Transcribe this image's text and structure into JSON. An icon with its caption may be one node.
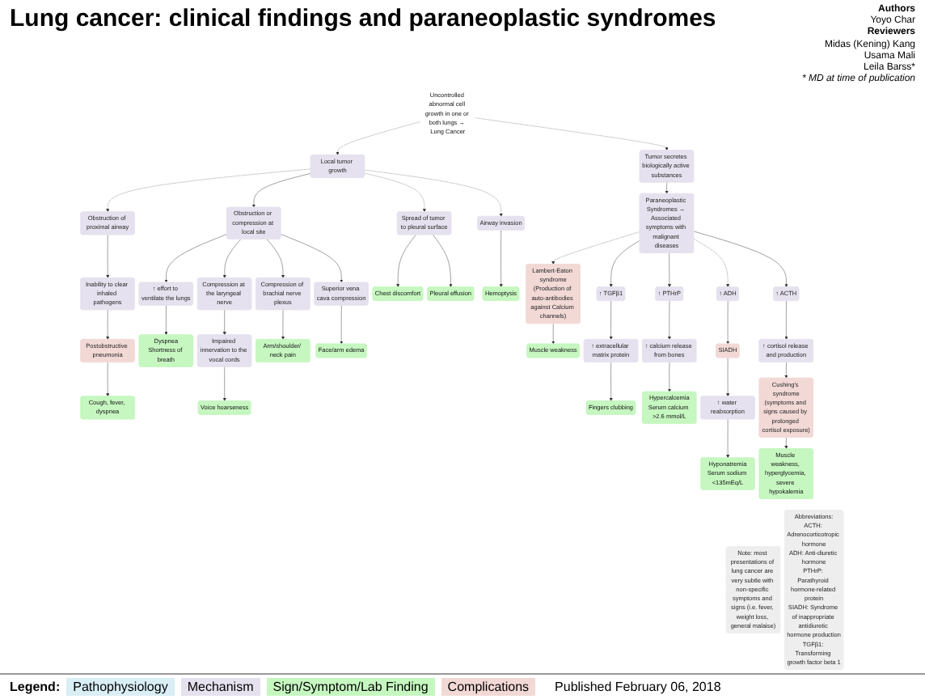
{
  "diagram": {
    "title": "Lung cancer: clinical findings and paraneoplastic syndromes",
    "nodes": [
      {
        "text": [
          "Note: most presentations of lung cancer are very subtle with non-specific symptoms and signs (i.e. fever, weight loss, general malaise)"
        ]
      },
      {
        "text": [
          "Uncontrolled abnormal cell growth in one or both lungs → Lung Cancer"
        ]
      },
      {
        "text": [
          "Local tumor growth"
        ]
      },
      {
        "text": [
          "Tumor secretes biologically active substances"
        ]
      },
      {
        "text": [
          "Paraneoplastic Syndromes → Associated symptoms with malignant diseases"
        ]
      },
      {
        "text": [
          "Obstruction of proximal airway"
        ]
      },
      {
        "text": [
          "Spread of tumor to pleural surface"
        ]
      },
      {
        "text": [
          "Airway invasion"
        ]
      },
      {
        "text": [
          "Inability to clear inhaled pathogens"
        ]
      },
      {
        "text": [
          "Chest discomfort"
        ]
      },
      {
        "text": [
          "Pleural effusion"
        ]
      },
      {
        "text": [
          "Hemoptysis"
        ]
      },
      {
        "text": [
          "Postobstructive pneumonia"
        ]
      },
      {
        "text": [
          "Obstruction or compression at local site"
        ]
      },
      {
        "text": [
          "Lambert-Eaton syndrome",
          "(Production of auto-antibodies against Calcium channels)"
        ]
      },
      {
        "text": [
          "↑ TGFβ1"
        ]
      },
      {
        "text": [
          "↑ PTHrP"
        ]
      },
      {
        "text": [
          "↑ ADH"
        ]
      },
      {
        "text": [
          "↑ ACTH"
        ]
      },
      {
        "text": [
          "Cough, fever, dyspnea"
        ]
      },
      {
        "text": [
          "Muscle weakness"
        ]
      },
      {
        "text": [
          "↑ extracellular matrix protein"
        ]
      },
      {
        "text": [
          "↑ calcium release from bones"
        ]
      },
      {
        "text": [
          "SIADH"
        ]
      },
      {
        "text": [
          "↑ cortisol release and production"
        ]
      },
      {
        "text": [
          "↑ water reabsorption"
        ]
      },
      {
        "text": [
          "Cushing's syndrome",
          "(symptoms and signs caused by prolonged cortisol exposure)"
        ]
      },
      {
        "text": [
          "Fingers clubbing"
        ]
      },
      {
        "text": [
          "Hypercalcemia",
          "Serum calcium >2.6 mmol/L"
        ]
      },
      {
        "text": [
          "Hyponatremia",
          "Serum sodium <135mEq/L"
        ]
      },
      {
        "text": [
          "↑ effort to ventilate the lungs"
        ]
      },
      {
        "text": [
          "Compression at the laryngeal nerve"
        ]
      },
      {
        "text": [
          "Compression of brachial nerve plexus"
        ]
      },
      {
        "text": [
          "Superior vena cava compression"
        ]
      },
      {
        "text": [
          "Impaired innervation to the vocal cords"
        ]
      },
      {
        "text": [
          "Dyspnea",
          "Shortness of breath"
        ]
      },
      {
        "text": [
          "Voice hoarseness"
        ]
      },
      {
        "text": [
          "Arm/shoulder/ neck pain"
        ]
      },
      {
        "text": [
          "Face/arm edema"
        ]
      },
      {
        "text": [
          "Muscle weakness, hyperglycemia, severe hypokalemia"
        ]
      },
      {
        "text": [
          "Abbreviations:",
          "ACTH: Adrenocorticotropic hormone",
          "ADH: Anti-diuretic hormone",
          "PTHrP: Parathyroid hormone-related protein",
          "SIADH: Syndrome of inappropriate antidiuretic hormone production",
          "TGFβ1: Transforming growth factor beta 1"
        ]
      }
    ],
    "edges": [
      {
        "from": 1,
        "to": 2,
        "arrow": "to",
        "style": "dashed"
      },
      {
        "from": 1,
        "to": 3,
        "arrow": "to",
        "style": "dashed"
      },
      {
        "from": 2,
        "to": 5,
        "arrow": "to",
        "style": "dashed"
      },
      {
        "from": 2,
        "to": 13,
        "arrow": "to"
      },
      {
        "from": 2,
        "to": 6,
        "arrow": "to",
        "style": "dashed"
      },
      {
        "from": 2,
        "to": 7,
        "arrow": "to",
        "style": "dashed"
      },
      {
        "from": 3,
        "to": 4,
        "arrow": "to"
      },
      {
        "from": 5,
        "to": 8,
        "arrow": "to"
      },
      {
        "from": 6,
        "to": 9,
        "arrow": "to"
      },
      {
        "from": 6,
        "to": 10,
        "arrow": "to"
      },
      {
        "from": 7,
        "to": 11,
        "arrow": "to"
      },
      {
        "from": 4,
        "to": 14,
        "arrow": "to",
        "style": "dashed"
      },
      {
        "from": 4,
        "to": 15,
        "arrow": "to"
      },
      {
        "from": 4,
        "to": 16,
        "arrow": "to"
      },
      {
        "from": 4,
        "to": 17,
        "arrow": "to",
        "style": "dashed"
      },
      {
        "from": 4,
        "to": 18,
        "arrow": "to"
      },
      {
        "from": 8,
        "to": 12,
        "arrow": "to"
      },
      {
        "from": 12,
        "to": 19,
        "arrow": "to"
      },
      {
        "from": 14,
        "to": 20,
        "arrow": "to"
      },
      {
        "from": 15,
        "to": 21,
        "arrow": "to"
      },
      {
        "from": 16,
        "to": 22,
        "arrow": "to"
      },
      {
        "from": 17,
        "to": 23,
        "arrow": "to"
      },
      {
        "from": 18,
        "to": 24,
        "arrow": "to"
      },
      {
        "from": 23,
        "to": 25,
        "arrow": "to"
      },
      {
        "from": 24,
        "to": 26,
        "arrow": "to"
      },
      {
        "from": 21,
        "to": 27,
        "arrow": "to"
      },
      {
        "from": 22,
        "to": 28,
        "arrow": "to"
      },
      {
        "from": 25,
        "to": 29,
        "arrow": "to"
      },
      {
        "from": 13,
        "to": 30,
        "arrow": "to"
      },
      {
        "from": 13,
        "to": 31,
        "arrow": "to"
      },
      {
        "from": 13,
        "to": 32,
        "arrow": "to"
      },
      {
        "from": 13,
        "to": 33,
        "arrow": "to"
      },
      {
        "from": 30,
        "to": 35,
        "arrow": "to"
      },
      {
        "from": 31,
        "to": 34,
        "arrow": "to"
      },
      {
        "from": 34,
        "to": 36,
        "arrow": "to"
      },
      {
        "from": 32,
        "to": 37,
        "arrow": "to"
      },
      {
        "from": 33,
        "to": 38,
        "arrow": "to"
      },
      {
        "from": 26,
        "to": 39,
        "arrow": "to"
      }
    ],
    "labels": [
      "Authors",
      "Yoyo Char",
      "Reviewers",
      "Midas (Kening) Kang",
      "Usama Mali",
      "Leila Barss*",
      "* MD at time of publication",
      "Legend:",
      "Published February 06, 2018"
    ],
    "legend": [
      {
        "text": "Pathophysiology",
        "color": "#d9eef5"
      },
      {
        "text": "Mechanism",
        "color": "#e6e1ee"
      },
      {
        "text": "Sign/Symptom/Lab Finding",
        "color": "#c6f7c0"
      },
      {
        "text": "Complications",
        "color": "#f2d9d6"
      }
    ]
  }
}
